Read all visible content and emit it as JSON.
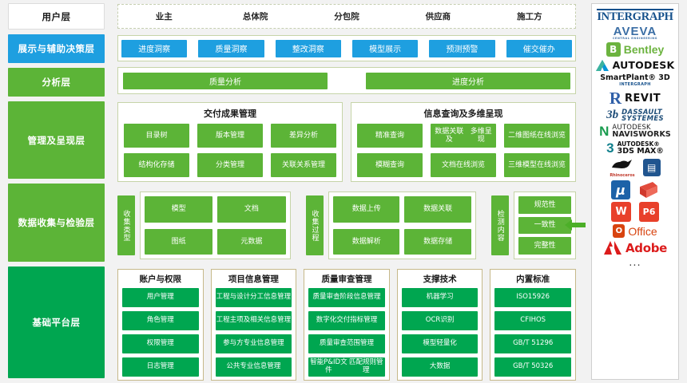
{
  "layers": [
    {
      "id": "user",
      "label": "用户层",
      "style": "white"
    },
    {
      "id": "display",
      "label": "展示与辅助决策层",
      "style": "blue"
    },
    {
      "id": "analysis",
      "label": "分析层",
      "style": "green"
    },
    {
      "id": "manage",
      "label": "管理及呈现层",
      "style": "green"
    },
    {
      "id": "data",
      "label": "数据收集与检验层",
      "style": "green"
    },
    {
      "id": "base",
      "label": "基础平台层",
      "style": "deep-green"
    }
  ],
  "roles": [
    "业主",
    "总体院",
    "分包院",
    "供应商",
    "施工方"
  ],
  "insights": [
    "进度洞察",
    "质量洞察",
    "整改洞察",
    "模型展示",
    "预测预警",
    "催交催办"
  ],
  "analysis_bars": [
    "质量分析",
    "进度分析"
  ],
  "management": [
    {
      "title": "交付成果管理",
      "items": [
        "目录树",
        "版本管理",
        "差异分析",
        "结构化存储",
        "分类管理",
        "关联关系管理"
      ]
    },
    {
      "title": "信息查询及多维呈现",
      "items": [
        "精准查询",
        "数据关联及\n多维呈现",
        "二维图纸\n在线浏览",
        "模糊查询",
        "文档在线浏览",
        "三维模型\n在线浏览"
      ]
    }
  ],
  "collection": {
    "type_tab": "收集类型",
    "type_items": [
      "模型",
      "文档",
      "图纸",
      "元数据"
    ],
    "process_tab": "收集过程",
    "process_items": [
      "数据上传",
      "数据关联",
      "数据解析",
      "数据存储"
    ],
    "check_tab": "检测内容",
    "check_items": [
      "规范性",
      "一致性",
      "完整性"
    ]
  },
  "platform": [
    {
      "title": "账户与权限",
      "items": [
        "用户管理",
        "角色管理",
        "权限管理",
        "日志管理"
      ]
    },
    {
      "title": "项目信息管理",
      "items": [
        "工程与设计分工\n信息管理",
        "工程主项及相关\n信息管理",
        "参与方专业\n信息管理",
        "公共专业\n信息管理"
      ]
    },
    {
      "title": "质量审查管理",
      "items": [
        "质量审查阶段\n信息管理",
        "数字化交付\n指标管理",
        "质量审查\n范围管理",
        "智能P&ID文件\n匹配规则管理"
      ]
    },
    {
      "title": "支撑技术",
      "items": [
        "机器学习",
        "OCR识别",
        "模型轻量化",
        "大数据"
      ]
    },
    {
      "title": "内置标准",
      "items": [
        "ISO15926",
        "CFIHOS",
        "GB/T 51296",
        "GB/T 50326"
      ]
    }
  ],
  "logos": {
    "intergraph": "INTERGRAPH",
    "aveva": "AVEVA",
    "aveva_sub": "CENTRAL ENGINEERING",
    "bentley": "Bentley",
    "autodesk": "AUTODESK",
    "smartplant": "SmartPlant® 3D",
    "smartplant_sub": "INTERGRAPH",
    "revit": "REVIT",
    "dassault_1": "DASSAULT",
    "dassault_2": "SYSTEMES",
    "navisworks_1": "AUTODESK",
    "navisworks_2": "NAVISWORKS",
    "max_1": "AUTODESK®",
    "max_2": "3DS MAX®",
    "rhino": "Rhinoceros",
    "office": "Office",
    "adobe": "Adobe",
    "more": "..."
  },
  "colors": {
    "green": "#5cb437",
    "deep_green": "#00a650",
    "blue": "#1e9fe0",
    "background": "#f2f2f2",
    "border_green": "#c6d4a8",
    "border_tan": "#c6b98a"
  }
}
